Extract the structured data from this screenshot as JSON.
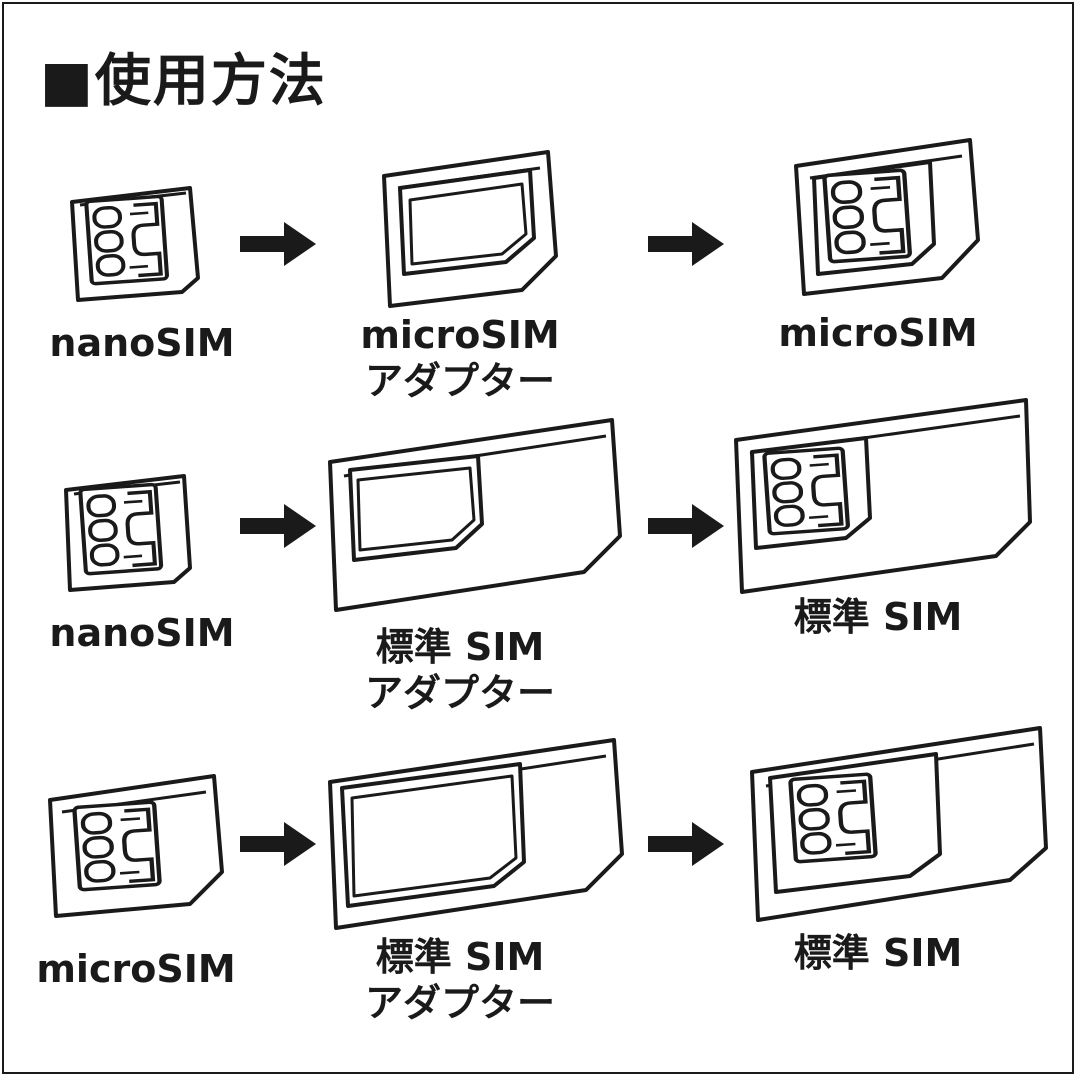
{
  "title": "■使用方法",
  "colors": {
    "ink": "#1a1a1a",
    "paper": "#ffffff"
  },
  "rows": [
    {
      "source": {
        "label": "nanoSIM"
      },
      "adapter": {
        "label_line1": "microSIM",
        "label_line2": "アダプター"
      },
      "result": {
        "label": "microSIM"
      }
    },
    {
      "source": {
        "label": "nanoSIM"
      },
      "adapter": {
        "label_line1": "標準 SIM",
        "label_line2": "アダプター"
      },
      "result": {
        "label": "標準 SIM"
      }
    },
    {
      "source": {
        "label": "microSIM"
      },
      "adapter": {
        "label_line1": "標準 SIM",
        "label_line2": "アダプター"
      },
      "result": {
        "label": "標準 SIM"
      }
    }
  ]
}
